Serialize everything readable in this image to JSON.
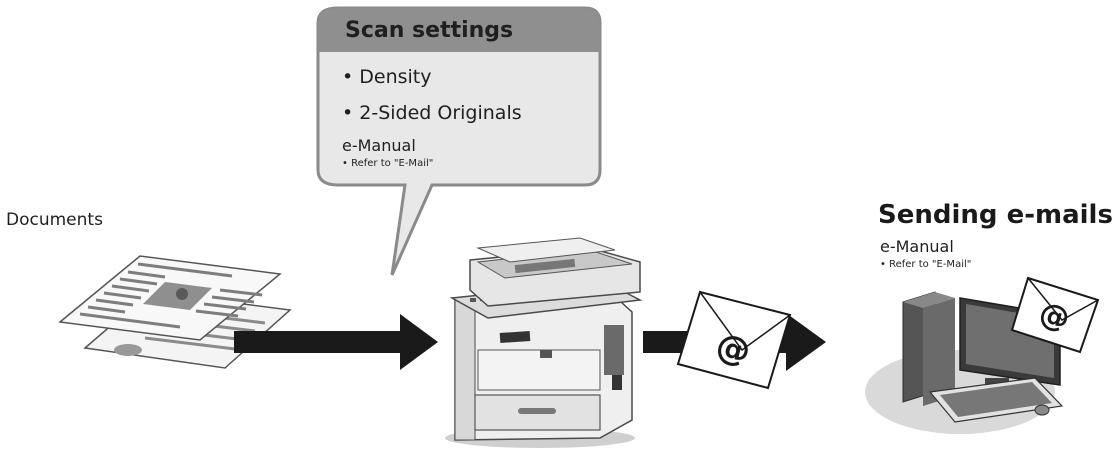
{
  "bubble": {
    "title": "Scan settings",
    "items": [
      "• Density",
      "• 2-Sided Originals"
    ],
    "reference_title": "e-Manual",
    "reference_note": "• Refer to \"E-Mail\""
  },
  "documents": {
    "label": "Documents"
  },
  "sending": {
    "title": "Sending e-mails",
    "reference_title": "e-Manual",
    "reference_note": "• Refer to \"E-Mail\""
  },
  "email_symbol": "@",
  "colors": {
    "bubble_header": "#8a8a8a",
    "bubble_body": "#e6e6e6",
    "arrow": "#1a1a1a",
    "device": "#5a5a5a",
    "platform": "#d9d9d9"
  }
}
